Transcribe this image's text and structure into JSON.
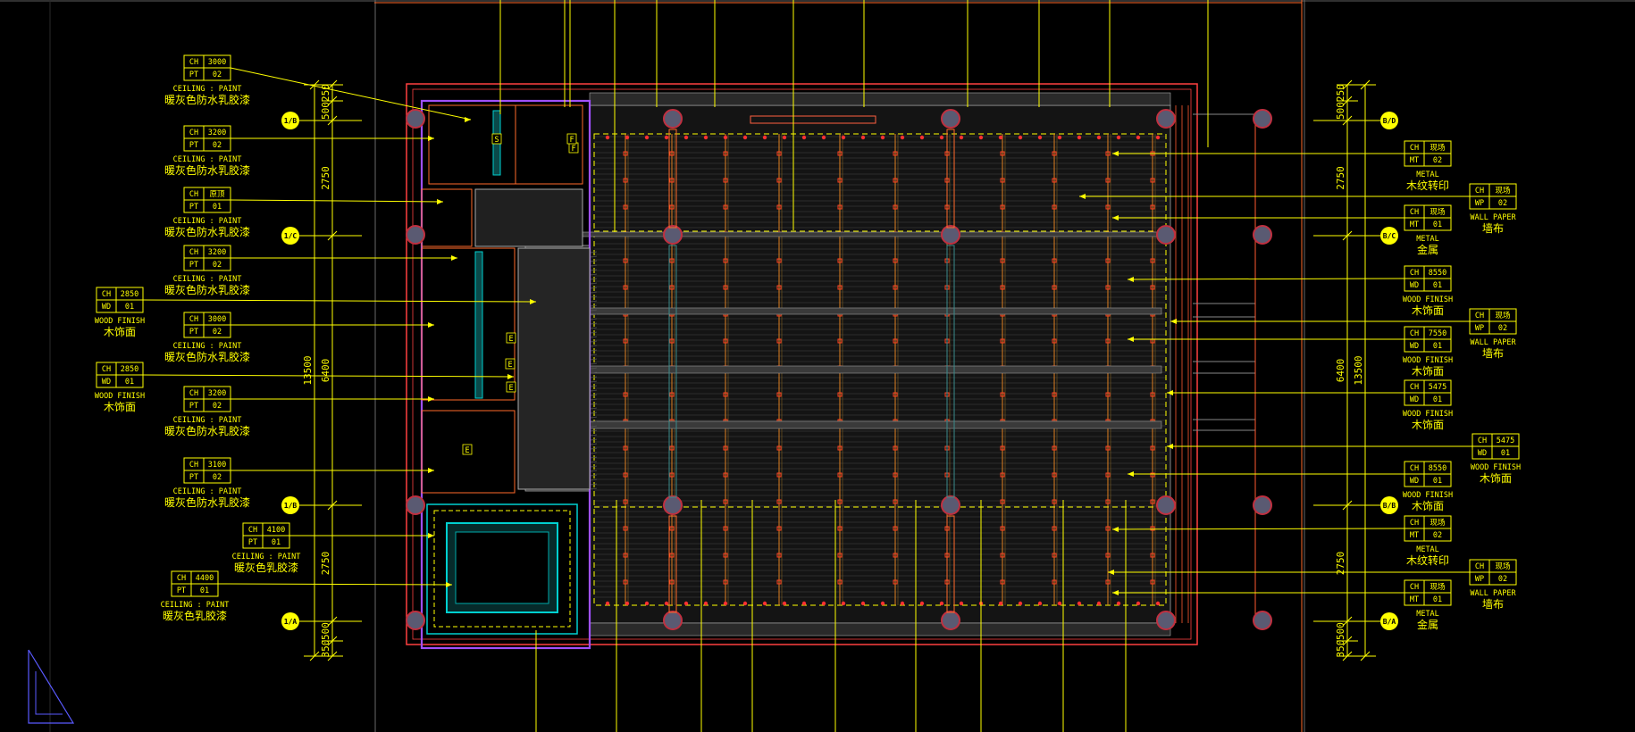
{
  "drawing": {
    "background": "#000000",
    "colors": {
      "annotation": "#ffff00",
      "column": "#c03040",
      "column_fill": "#5a5a72",
      "border": "#ff4040",
      "wall": "#a050ff",
      "cyan": "#00d0d0",
      "grid_line": "#e08020",
      "frame": "#ff6a2a"
    }
  },
  "left_tags": [
    {
      "c1": "CH",
      "v1": "3000",
      "c2": "PT",
      "v2": "02",
      "en": "CEILING : PAINT",
      "zh": "暖灰色防水乳胶漆"
    },
    {
      "c1": "CH",
      "v1": "3200",
      "c2": "PT",
      "v2": "02",
      "en": "CEILING : PAINT",
      "zh": "暖灰色防水乳胶漆"
    },
    {
      "c1": "CH",
      "v1": "原顶",
      "c2": "PT",
      "v2": "01",
      "en": "CEILING : PAINT",
      "zh": "暖灰色防水乳胶漆"
    },
    {
      "c1": "CH",
      "v1": "3200",
      "c2": "PT",
      "v2": "02",
      "en": "CEILING : PAINT",
      "zh": "暖灰色防水乳胶漆"
    },
    {
      "c1": "CH",
      "v1": "3000",
      "c2": "PT",
      "v2": "02",
      "en": "CEILING : PAINT",
      "zh": "暖灰色防水乳胶漆"
    },
    {
      "c1": "CH",
      "v1": "3200",
      "c2": "PT",
      "v2": "02",
      "en": "CEILING : PAINT",
      "zh": "暖灰色防水乳胶漆"
    },
    {
      "c1": "CH",
      "v1": "3100",
      "c2": "PT",
      "v2": "02",
      "en": "CEILING : PAINT",
      "zh": "暖灰色防水乳胶漆"
    },
    {
      "c1": "CH",
      "v1": "4100",
      "c2": "PT",
      "v2": "01",
      "en": "CEILING : PAINT",
      "zh": "暖灰色乳胶漆"
    },
    {
      "c1": "CH",
      "v1": "4400",
      "c2": "PT",
      "v2": "01",
      "en": "CEILING : PAINT",
      "zh": "暖灰色乳胶漆"
    },
    {
      "c1": "CH",
      "v1": "2850",
      "c2": "WD",
      "v2": "01",
      "en": "WOOD FINISH",
      "zh": "木饰面"
    },
    {
      "c1": "CH",
      "v1": "2850",
      "c2": "WD",
      "v2": "01",
      "en": "WOOD FINISH",
      "zh": "木饰面"
    }
  ],
  "right_tags": [
    {
      "c1": "CH",
      "v1": "现场",
      "c2": "MT",
      "v2": "02",
      "en": "METAL",
      "zh": "木纹转印"
    },
    {
      "c1": "CH",
      "v1": "现场",
      "c2": "MT",
      "v2": "01",
      "en": "METAL",
      "zh": "金属"
    },
    {
      "c1": "CH",
      "v1": "8550",
      "c2": "WD",
      "v2": "01",
      "en": "WOOD FINISH",
      "zh": "木饰面"
    },
    {
      "c1": "CH",
      "v1": "7550",
      "c2": "WD",
      "v2": "01",
      "en": "WOOD FINISH",
      "zh": "木饰面"
    },
    {
      "c1": "CH",
      "v1": "5475",
      "c2": "WD",
      "v2": "01",
      "en": "WOOD FINISH",
      "zh": "木饰面"
    },
    {
      "c1": "CH",
      "v1": "8550",
      "c2": "WD",
      "v2": "01",
      "en": "WOOD FINISH",
      "zh": "木饰面"
    },
    {
      "c1": "CH",
      "v1": "现场",
      "c2": "MT",
      "v2": "02",
      "en": "METAL",
      "zh": "木纹转印"
    },
    {
      "c1": "CH",
      "v1": "现场",
      "c2": "MT",
      "v2": "01",
      "en": "METAL",
      "zh": "金属"
    },
    {
      "c1": "CH",
      "v1": "现场",
      "c2": "WP",
      "v2": "02",
      "en": "WALL PAPER",
      "zh": "墙布"
    },
    {
      "c1": "CH",
      "v1": "现场",
      "c2": "WP",
      "v2": "02",
      "en": "WALL PAPER",
      "zh": "墙布"
    },
    {
      "c1": "CH",
      "v1": "5475",
      "c2": "WD",
      "v2": "01",
      "en": "WOOD FINISH",
      "zh": "木饰面"
    },
    {
      "c1": "CH",
      "v1": "现场",
      "c2": "WP",
      "v2": "02",
      "en": "WALL PAPER",
      "zh": "墙布"
    }
  ],
  "grid_bubbles": {
    "left": [
      "1/B",
      "1/C",
      "1/B",
      "1/A"
    ],
    "right": [
      "B/D",
      "B/C",
      "B/B",
      "B/A"
    ]
  },
  "dimensions": {
    "left_segments": [
      "250",
      "500",
      "2750",
      "6400",
      "2750",
      "500",
      "350"
    ],
    "left_total": "13500",
    "right_segments": [
      "250",
      "500",
      "2750",
      "6400",
      "2750",
      "500",
      "350"
    ],
    "right_total": "13500"
  },
  "room_tags": [
    "S",
    "F",
    "F",
    "E",
    "E",
    "E",
    "E"
  ]
}
